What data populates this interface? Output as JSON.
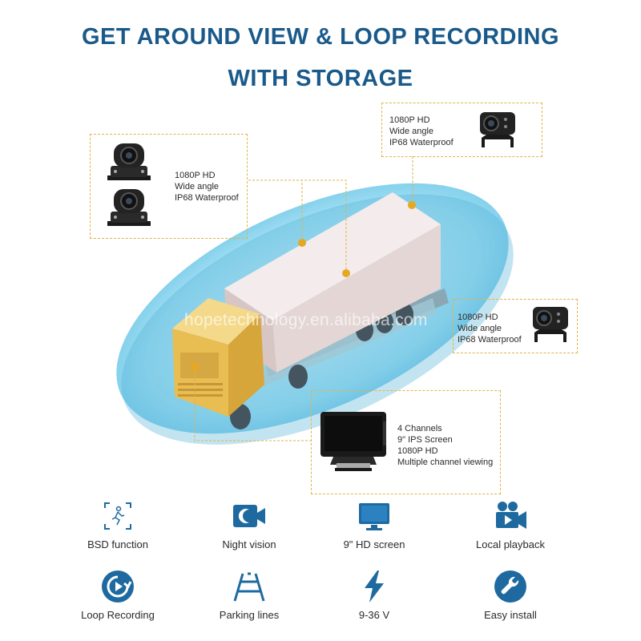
{
  "header": {
    "title_line1": "GET AROUND VIEW & LOOP RECORDING",
    "title_line2": "WITH STORAGE"
  },
  "watermark": "hopetechnology.en.alibaba.com",
  "callouts": {
    "top_right_camera": [
      "1080P HD",
      "Wide angle",
      "IP68 Waterproof"
    ],
    "left_cameras": [
      "1080P HD",
      "Wide angle",
      "IP68 Waterproof"
    ],
    "side_camera": [
      "1080P HD",
      "Wide angle",
      "IP68 Waterproof"
    ],
    "monitor": [
      "4 Channels",
      "9\" IPS Screen",
      "1080P HD",
      "Multiple channel viewing"
    ]
  },
  "features": [
    {
      "label": "BSD function",
      "icon": "bsd-icon"
    },
    {
      "label": "Night vision",
      "icon": "night-vision-icon"
    },
    {
      "label": "9\" HD screen",
      "icon": "monitor-icon"
    },
    {
      "label": "Local playback",
      "icon": "video-camera-icon"
    },
    {
      "label": "Loop Recording",
      "icon": "loop-recording-icon"
    },
    {
      "label": "Parking lines",
      "icon": "parking-lines-icon"
    },
    {
      "label": "9-36 V",
      "icon": "lightning-icon"
    },
    {
      "label": "Easy install",
      "icon": "wrench-icon"
    }
  ],
  "colors": {
    "title": "#1a5a8a",
    "icon": "#1e6aa0",
    "callout_border": "#e2b34a",
    "dot": "#e6a823",
    "ellipse": "#7ad0ec"
  }
}
